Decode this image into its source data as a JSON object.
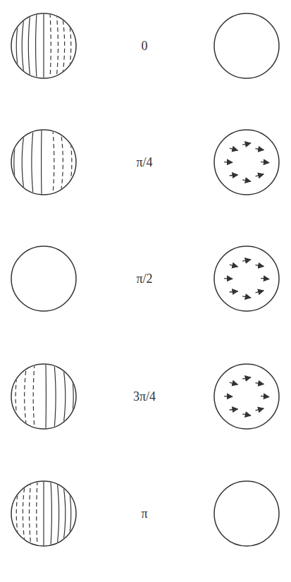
{
  "diagram": {
    "labels": [
      "0",
      "π/4",
      "π/2",
      "3π/4",
      "π"
    ]
  }
}
